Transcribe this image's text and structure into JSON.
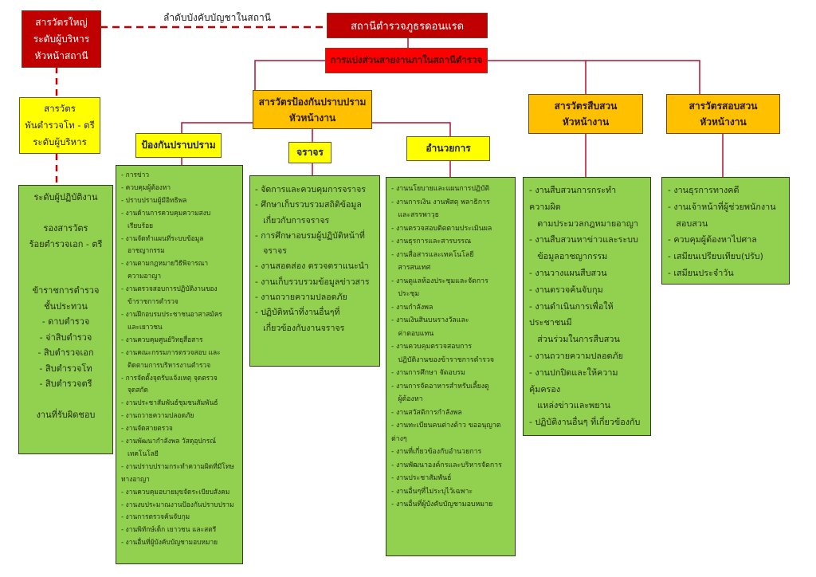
{
  "header_label": "ลำดับบังคับบัญชาในสถานี",
  "station": "สถานีตำรวจภูธรดอนแรด",
  "division": "การแบ่งส่วนสายงานภาในสถานีตำรวจ",
  "left": {
    "chief": [
      "สารวัตรใหญ่",
      "ระดับผู้บริหาร",
      "หัวหน้าสถานี"
    ],
    "inspector": [
      "สารวัตร",
      "พันตำรวจโท - ตรี",
      "ระดับผู้บริหาร"
    ],
    "operators": [
      "ระดับผู้ปฏิบัติงาน",
      "",
      "รองสารวัตร",
      "ร้อยตำรวจเอก - ตรี",
      "",
      "",
      "ข้าราชการตำรวจ",
      "ชั้นประทวน",
      "- ดาบตำรวจ",
      "- จ่าสิบตำรวจ",
      "- สิบตำรวจเอก",
      "- สิบตำรวจโท",
      "- สิบตำรวจตรี",
      "",
      "งานที่รับผิดชอบ"
    ]
  },
  "heads": {
    "prevention": [
      "สารวัตรป้องกันปราบปราม",
      "หัวหน้างาน"
    ],
    "investigation": [
      "สารวัตรสืบสวน",
      "หัวหน้างาน"
    ],
    "inquiry": [
      "สารวัตรสอบสวน",
      "หัวหน้างาน"
    ]
  },
  "units": {
    "suppression": "ป้องกันปราบปราม",
    "traffic": "จราจร",
    "admin": "อำนวยการ"
  },
  "duties": {
    "suppression": [
      "- การข่าว",
      "- ควบคุมผู้ต้องหา",
      "- ปราบปรามผู้มีอิทธิพล",
      "- งานด้านการควบคุมความสงบ",
      "  เรียบร้อย",
      "- งานจัดทำแผนที่ระบบข้อมูล",
      "  อาชญากรรม",
      "- งานตามกฎหมายวิธีพิจารณา",
      "  ความอาญา",
      "- งานตรวจสอบการปฏิบัติงานของ",
      "  ข้าราชการตำรวจ",
      "- งานฝึกอบรมประชาชนอาสาสมัคร",
      "  และเยาวชน",
      "- งานควบคุมศูนย์วิทยุสื่อสาร",
      "- งานคณะกรรมการตรวจสอบ และ",
      "  ติดตามการบริหารงานตำรวจ",
      "- การจัดตั้งจุดรับแจ้งเหตุ จุดตรวจ",
      "  จุดสกัด",
      "- งานประชาสัมพันธ์ชุมชนสัมพันธ์",
      "- งานถวายความปลอดภัย",
      "- งานจัดสายตรวจ",
      "- งานพัฒนากำลังพล วัสดุอุปกรณ์",
      "  เทคโนโลยี",
      "- งานปราบปรามกระทำความผิดที่มีโทษ",
      "ทางอาญา",
      "- งานควบคุมอบายมุขจัดระเบียบสังคม",
      "- งานงบประมาณงานป้องกันปราบปราม",
      "- งานการตรวจค้นจับกุม",
      "- งานพิทักษ์เด็ก เยาวชน และสตรี",
      "- งานอื่นที่ผู้บังคับบัญชามอบหมาย"
    ],
    "traffic": [
      "- จัดการและควบคุมการจราจร",
      "- ศึกษาเก็บรวบรวมสถิติข้อมูล",
      "  เกี่ยวกับการจราจร",
      "- การศึกษาอบรมผู้ปฏิบัติหน้าที่",
      "  จราจร",
      "- งานสอดส่อง ตรวจตราแนะนำ",
      "- งานเก็บรวบรวมข้อมูลข่าวสาร",
      "- งานถวายความปลอดภัย",
      "- ปฏิบัติหน้าที่งานอื่นๆที่",
      "  เกี่ยวข้องกับงานจราจร"
    ],
    "admin": [
      "- งานนโยบายและแผนการปฏิบัติ",
      "- งานการเงิน งานพัสดุ พลาธิการ",
      "  และสรรพาวุธ",
      "- งานตรวจสอบติดตามประเมินผล",
      "- งานธุรการและสารบรรณ",
      "- งานสื่อสารและเทคโนโลยี",
      "  สารสนเทศ",
      "- งานดูแลห้องประชุมและจัดการ",
      "  ประชุม",
      "- งานกำลังพล",
      "- งานเงินสินบนรางวัลและ",
      "  ค่าตอบแทน",
      "- งานควบคุมตรวจสอบการ",
      "  ปฏิบัติงานของข้าราชการตำรวจ",
      "- งานการศึกษา จัดอบรม",
      "- งานการจัดอาหารสำหรับเลี้ยงดู",
      "  ผู้ต้องหา",
      "- งานสวัสดิการกำลังพล",
      "- งานทะเบียนคนต่างด้าว ขออนุญาต",
      "ต่างๆ",
      "- งานที่เกี่ยวข้องกับอำนวยการ",
      "- งานพัฒนาองค์กรและบริหารจัดการ",
      "- งานประชาสัมพันธ์",
      "- งานอื่นๆที่ไม่ระบุไว้เฉพาะ",
      "- งานอื่นที่ผู้บังคับบัญชามอบหมาย"
    ],
    "investigation": [
      "- งานสืบสวนการกระทำ",
      "ความผิด",
      "  ตามประมวลกฎหมายอาญา",
      "- งานสืบสวนหาข่าวและระบบ",
      "  ข้อมูลอาชญากรรม",
      "- งานวางแผนสืบสวน",
      "- งานตรวจค้นจับกุม",
      "- งานดำเนินการเพื่อให้",
      "ประชาชนมี",
      "  ส่วนร่วมในการสืบสวน",
      "- งานถวายความปลอดภัย",
      "- งานปกปิดและให้ความ",
      "คุ้มครอง",
      "  แหล่งข่าวและพยาน",
      "- ปฏิบัติงานอื่นๆ ที่เกี่ยวข้องกับ"
    ],
    "inquiry": [
      "- งานธุรการทางคดี",
      "- งานเจ้าหน้าที่ผู้ช่วยพนักงาน",
      "  สอบสวน",
      "- ควบคุมผู้ต้องหาไปศาล",
      "- เสมียนเปรียบเทียบ(ปรับ)",
      "- เสมียนประจำวัน"
    ]
  }
}
